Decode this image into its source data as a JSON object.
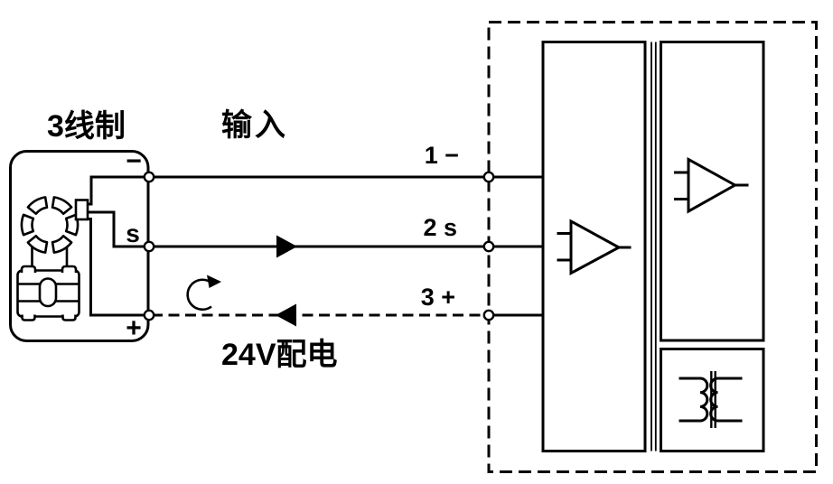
{
  "diagram": {
    "transmitter": {
      "title": "3线制",
      "terminals": [
        "−",
        "s",
        "+"
      ]
    },
    "labels": {
      "input": "输入",
      "power_supply": "24V配电"
    },
    "wire_labels": [
      "1 −",
      "2 s",
      "3 +"
    ],
    "colors": {
      "line": "#000000",
      "background": "#ffffff"
    }
  }
}
